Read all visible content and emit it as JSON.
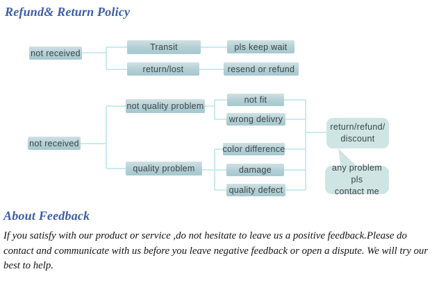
{
  "title": "Refund& Return Policy",
  "flowchart": {
    "not_received_1": "not received",
    "transit": "Transit",
    "return_lost": "return/lost",
    "pls_keep_wait": "pls keep wait",
    "resend_or_refund": "resend or refund",
    "not_received_2": "not received",
    "not_quality_problem": "not quality problem",
    "quality_problem": "quality problem",
    "not_fit": "not fit",
    "wrong_delivry": "wrong delivry",
    "color_difference": "color difference",
    "damage": "damage",
    "quality_defect": "quality defect",
    "return_refund_discount": "return/refund/\ndiscount",
    "contact_bubble": "any problem pls\ncontact me"
  },
  "feedback": {
    "heading": "About Feedback",
    "body": "If you satisfy with our product or service ,do not hesitate to leave us a positive feedback.Please do contact and communicate with us before you leave negative feedback or open a dispute. We will try our best to help."
  },
  "colors": {
    "heading_blue": "#3a5cab",
    "node_fill": "#b2cfd4",
    "soft_node_fill": "#cfe5e4",
    "connector": "#c7ebf0",
    "node_text": "#3d4347"
  }
}
